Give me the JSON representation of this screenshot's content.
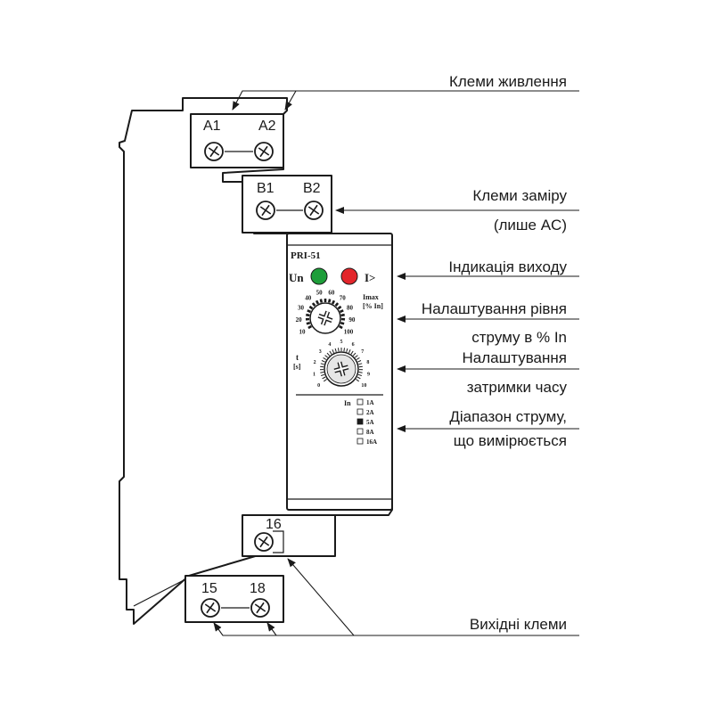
{
  "callouts": {
    "power_terminals": "Клеми живлення",
    "measure_terminals": "Клеми заміру",
    "measure_terminals_note": "(лише AC)",
    "output_indication": "Індикація виходу",
    "current_setting_line1": "Налаштування рівня",
    "current_setting_line2": "струму в % In",
    "delay_setting_line1": "Налаштування",
    "delay_setting_line2": "затримки часу",
    "range_line1": "Діапазон струму,",
    "range_line2": "що вимірюється",
    "output_terminals": "Вихідні клеми"
  },
  "terminals": {
    "a1": "A1",
    "a2": "A2",
    "b1": "B1",
    "b2": "B2",
    "t16": "16",
    "t15": "15",
    "t18": "18"
  },
  "panel": {
    "model": "PRI-51",
    "led_un_label": "Un",
    "led_i_label": "I>",
    "imax_label_line1": "Imax",
    "imax_label_line2": "[% In]",
    "current_ticks": [
      "10",
      "20",
      "30",
      "40",
      "50",
      "60",
      "70",
      "80",
      "90",
      "100"
    ],
    "time_label_line1": "t",
    "time_label_line2": "[s]",
    "time_ticks": [
      "0",
      "1",
      "2",
      "3",
      "4",
      "5",
      "6",
      "7",
      "8",
      "9",
      "10"
    ],
    "range_heading": "In",
    "range_options": [
      {
        "label": "1A",
        "selected": false
      },
      {
        "label": "2A",
        "selected": false
      },
      {
        "label": "5A",
        "selected": true
      },
      {
        "label": "8A",
        "selected": false
      },
      {
        "label": "16A",
        "selected": false
      }
    ]
  },
  "colors": {
    "led_un": "#1e9e3a",
    "led_i": "#e3262b",
    "line": "#1a1a1a"
  }
}
